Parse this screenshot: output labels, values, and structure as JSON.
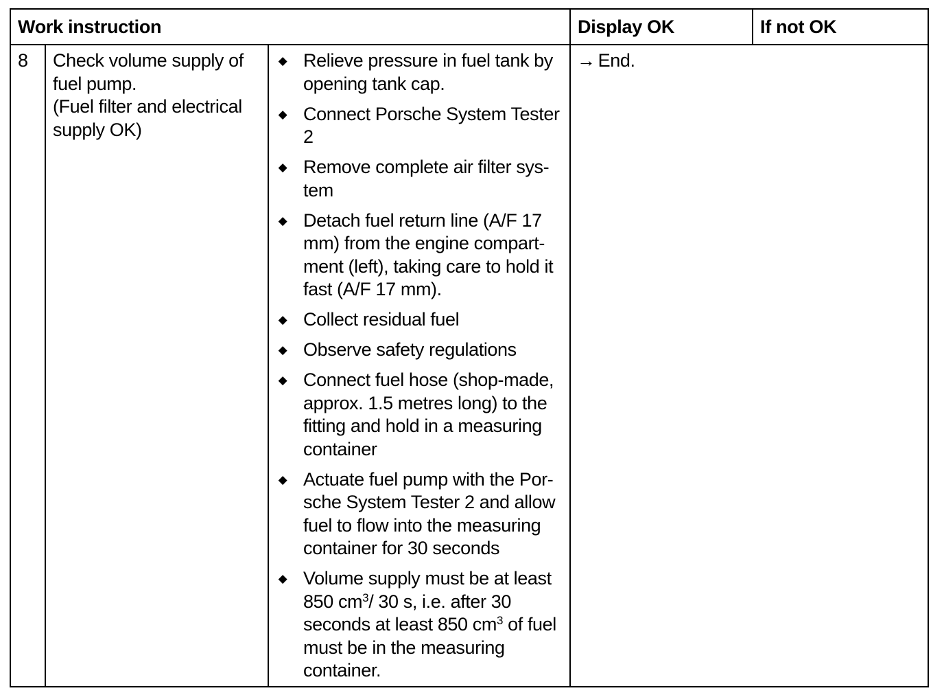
{
  "table": {
    "headers": {
      "work_instruction": "Work instruction",
      "display_ok": "Display OK",
      "if_not_ok": "If not OK"
    },
    "row": {
      "step": "8",
      "description": [
        "Check volume supply of fuel pump.",
        "(Fuel filter and electrical supply OK)"
      ],
      "bullet_icon": "diamond-bullet",
      "instructions": [
        "Relieve pressure in fuel tank by opening tank cap.",
        "Connect Porsche System Tester 2",
        "Remove complete air filter sys-tem",
        "Detach fuel return line (A/F 17 mm) from the engine compart-ment (left), taking care to hold it fast (A/F 17 mm).",
        "Collect residual fuel",
        "Observe safety regulations",
        "Connect fuel hose (shop-made, approx. 1.5 metres long) to the fitting and hold in a measuring container",
        "Actuate fuel pump with the Por-sche System Tester 2 and allow fuel to flow into the measuring container for 30 seconds"
      ],
      "last_instruction": {
        "part1": "Volume supply must be at least 850 cm",
        "sup1": "3",
        "part2": "/ 30 s, i.e. after 30 seconds at least 850 cm",
        "sup2": "3",
        "part3": " of fuel must be in the measuring container."
      },
      "display_ok": {
        "arrow": "→",
        "text": "End."
      },
      "if_not_ok": ""
    }
  }
}
